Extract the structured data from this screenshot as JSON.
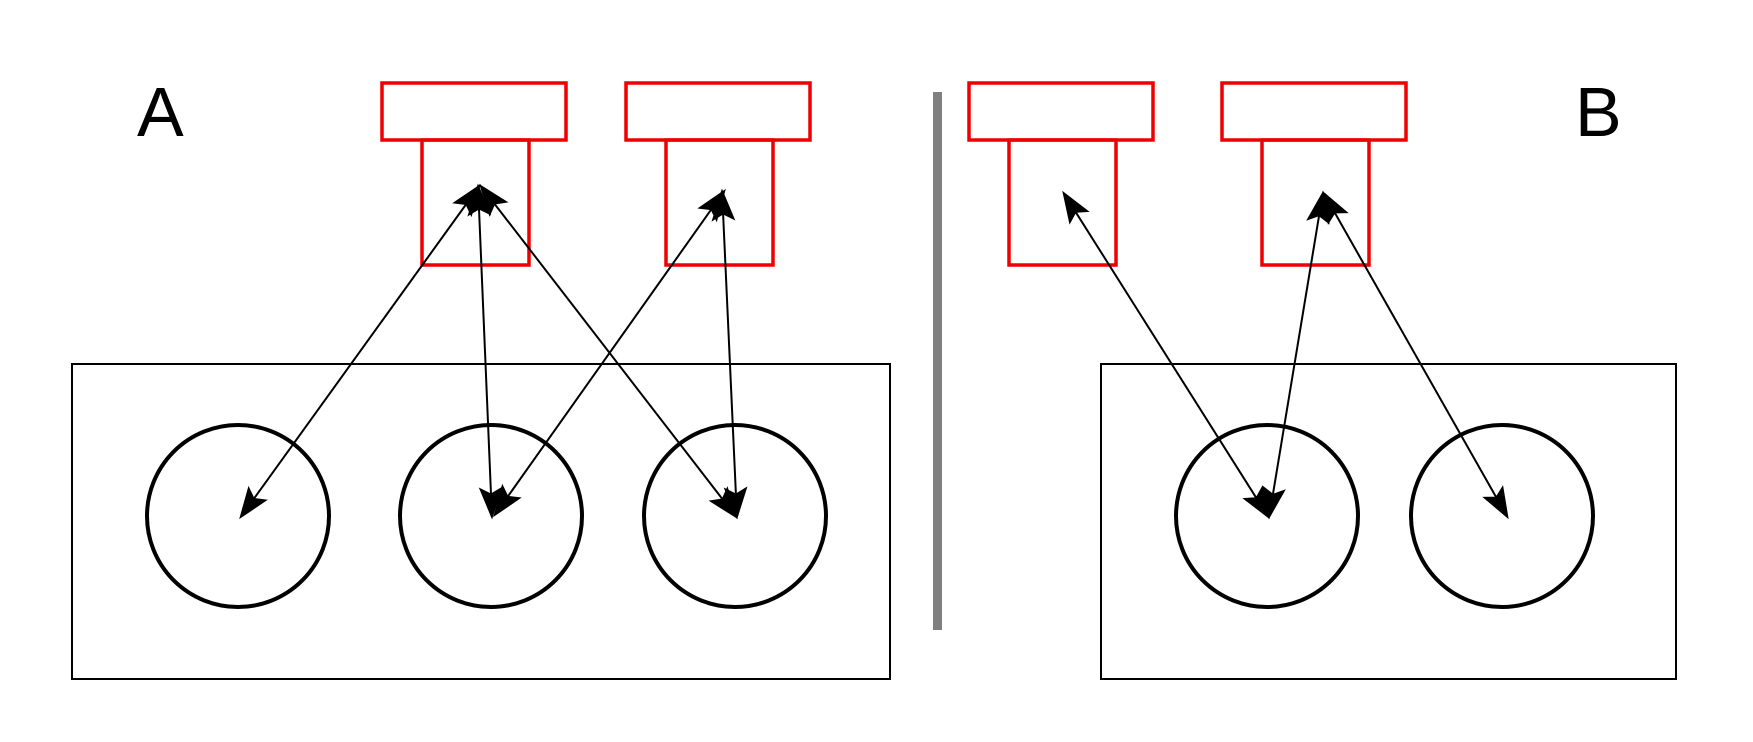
{
  "labels": {
    "panel_a": "A",
    "panel_b": "B"
  },
  "colors": {
    "red_component": "#ee0000",
    "divider": "#808080",
    "line": "#000000"
  },
  "panels": [
    {
      "id": "A",
      "red_components": 2,
      "circles": 3,
      "connections": [
        {
          "from": "circle-1",
          "to": "red-component-1",
          "bidirectional": true
        },
        {
          "from": "circle-2",
          "to": "red-component-1",
          "bidirectional": true
        },
        {
          "from": "circle-3",
          "to": "red-component-1",
          "bidirectional": true
        },
        {
          "from": "circle-2",
          "to": "red-component-2",
          "bidirectional": true
        },
        {
          "from": "circle-3",
          "to": "red-component-2",
          "bidirectional": true
        }
      ]
    },
    {
      "id": "B",
      "red_components": 2,
      "circles": 2,
      "connections": [
        {
          "from": "circle-1",
          "to": "red-component-1",
          "bidirectional": true
        },
        {
          "from": "circle-1",
          "to": "red-component-2",
          "bidirectional": true
        },
        {
          "from": "circle-2",
          "to": "red-component-2",
          "bidirectional": true
        }
      ]
    }
  ]
}
